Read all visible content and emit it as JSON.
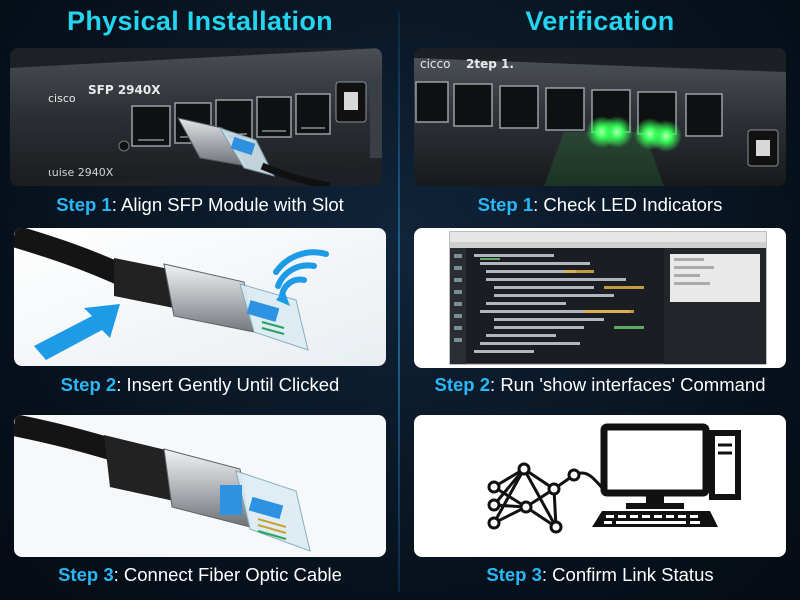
{
  "left_column": {
    "title": "Physical Installation",
    "steps": [
      {
        "num": "Step 1",
        "text": ": Align SFP Module with Slot"
      },
      {
        "num": "Step 2",
        "text": ": Insert Gently Until Clicked"
      },
      {
        "num": "Step 3",
        "text": ": Connect Fiber Optic Cable"
      }
    ],
    "switch_labels": {
      "brand": "cisco",
      "model": "SFP 2940X",
      "series": "ιuise 2940X"
    }
  },
  "right_column": {
    "title": "Verification",
    "steps": [
      {
        "num": "Step 1",
        "text": ": Check LED Indicators"
      },
      {
        "num": "Step 2",
        "text": ": Run 'show interfaces' Command"
      },
      {
        "num": "Step 3",
        "text": ": Confirm Link Status"
      }
    ],
    "switch_labels": {
      "brand": "cicco",
      "tag": "2tep 1."
    }
  },
  "colors": {
    "title": "#25d4ee",
    "step_number": "#2ab7f5",
    "led_green": "#39ff5a",
    "arrow_blue": "#1e9be6"
  },
  "icons": [
    "switch-front-panel",
    "sfp-module",
    "insert-arrow-icon",
    "click-signal-icon",
    "terminal-window",
    "network-graph-icon",
    "desktop-computer-icon"
  ]
}
